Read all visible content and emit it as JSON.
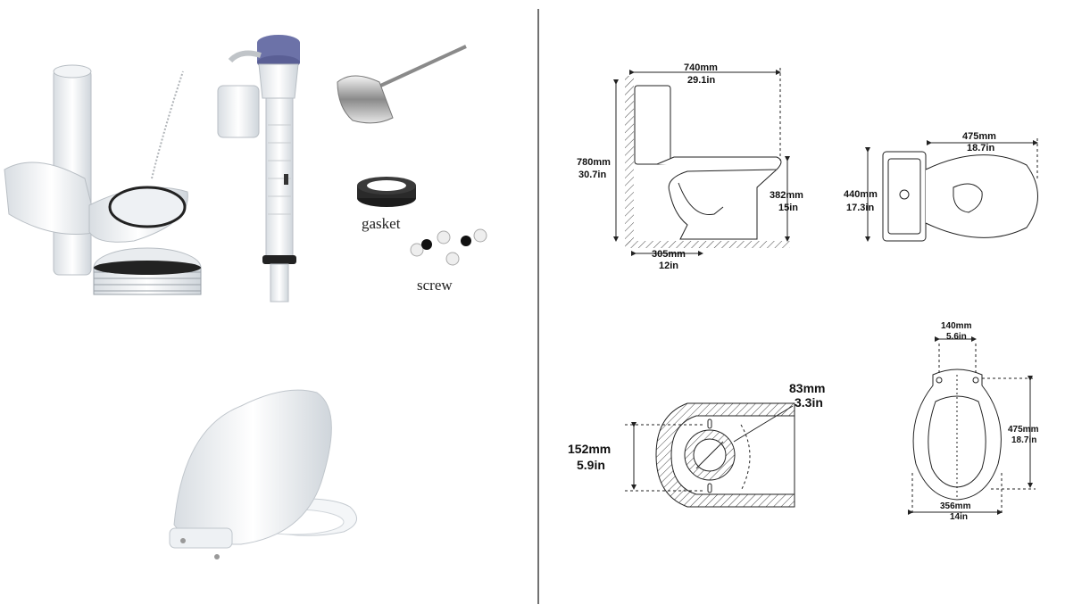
{
  "parts": {
    "gasket_label": "gasket",
    "screw_label": "screw"
  },
  "side_view": {
    "width_mm": "740mm",
    "width_in": "29.1in",
    "height_mm": "780mm",
    "height_in": "30.7in",
    "seat_height_mm": "382mm",
    "seat_height_in": "15in",
    "rough_in_mm": "305mm",
    "rough_in_in": "12in"
  },
  "top_view": {
    "length_mm": "475mm",
    "length_in": "18.7in",
    "width_mm": "440mm",
    "width_in": "17.3in"
  },
  "outlet_view": {
    "span_mm": "152mm",
    "span_in": "5.9in",
    "outlet_mm": "83mm",
    "outlet_in": "3.3in"
  },
  "seat_view": {
    "hinge_mm": "140mm",
    "hinge_in": "5.6in",
    "length_mm": "475mm",
    "length_in": "18.7in",
    "width_mm": "356mm",
    "width_in": "14in"
  }
}
